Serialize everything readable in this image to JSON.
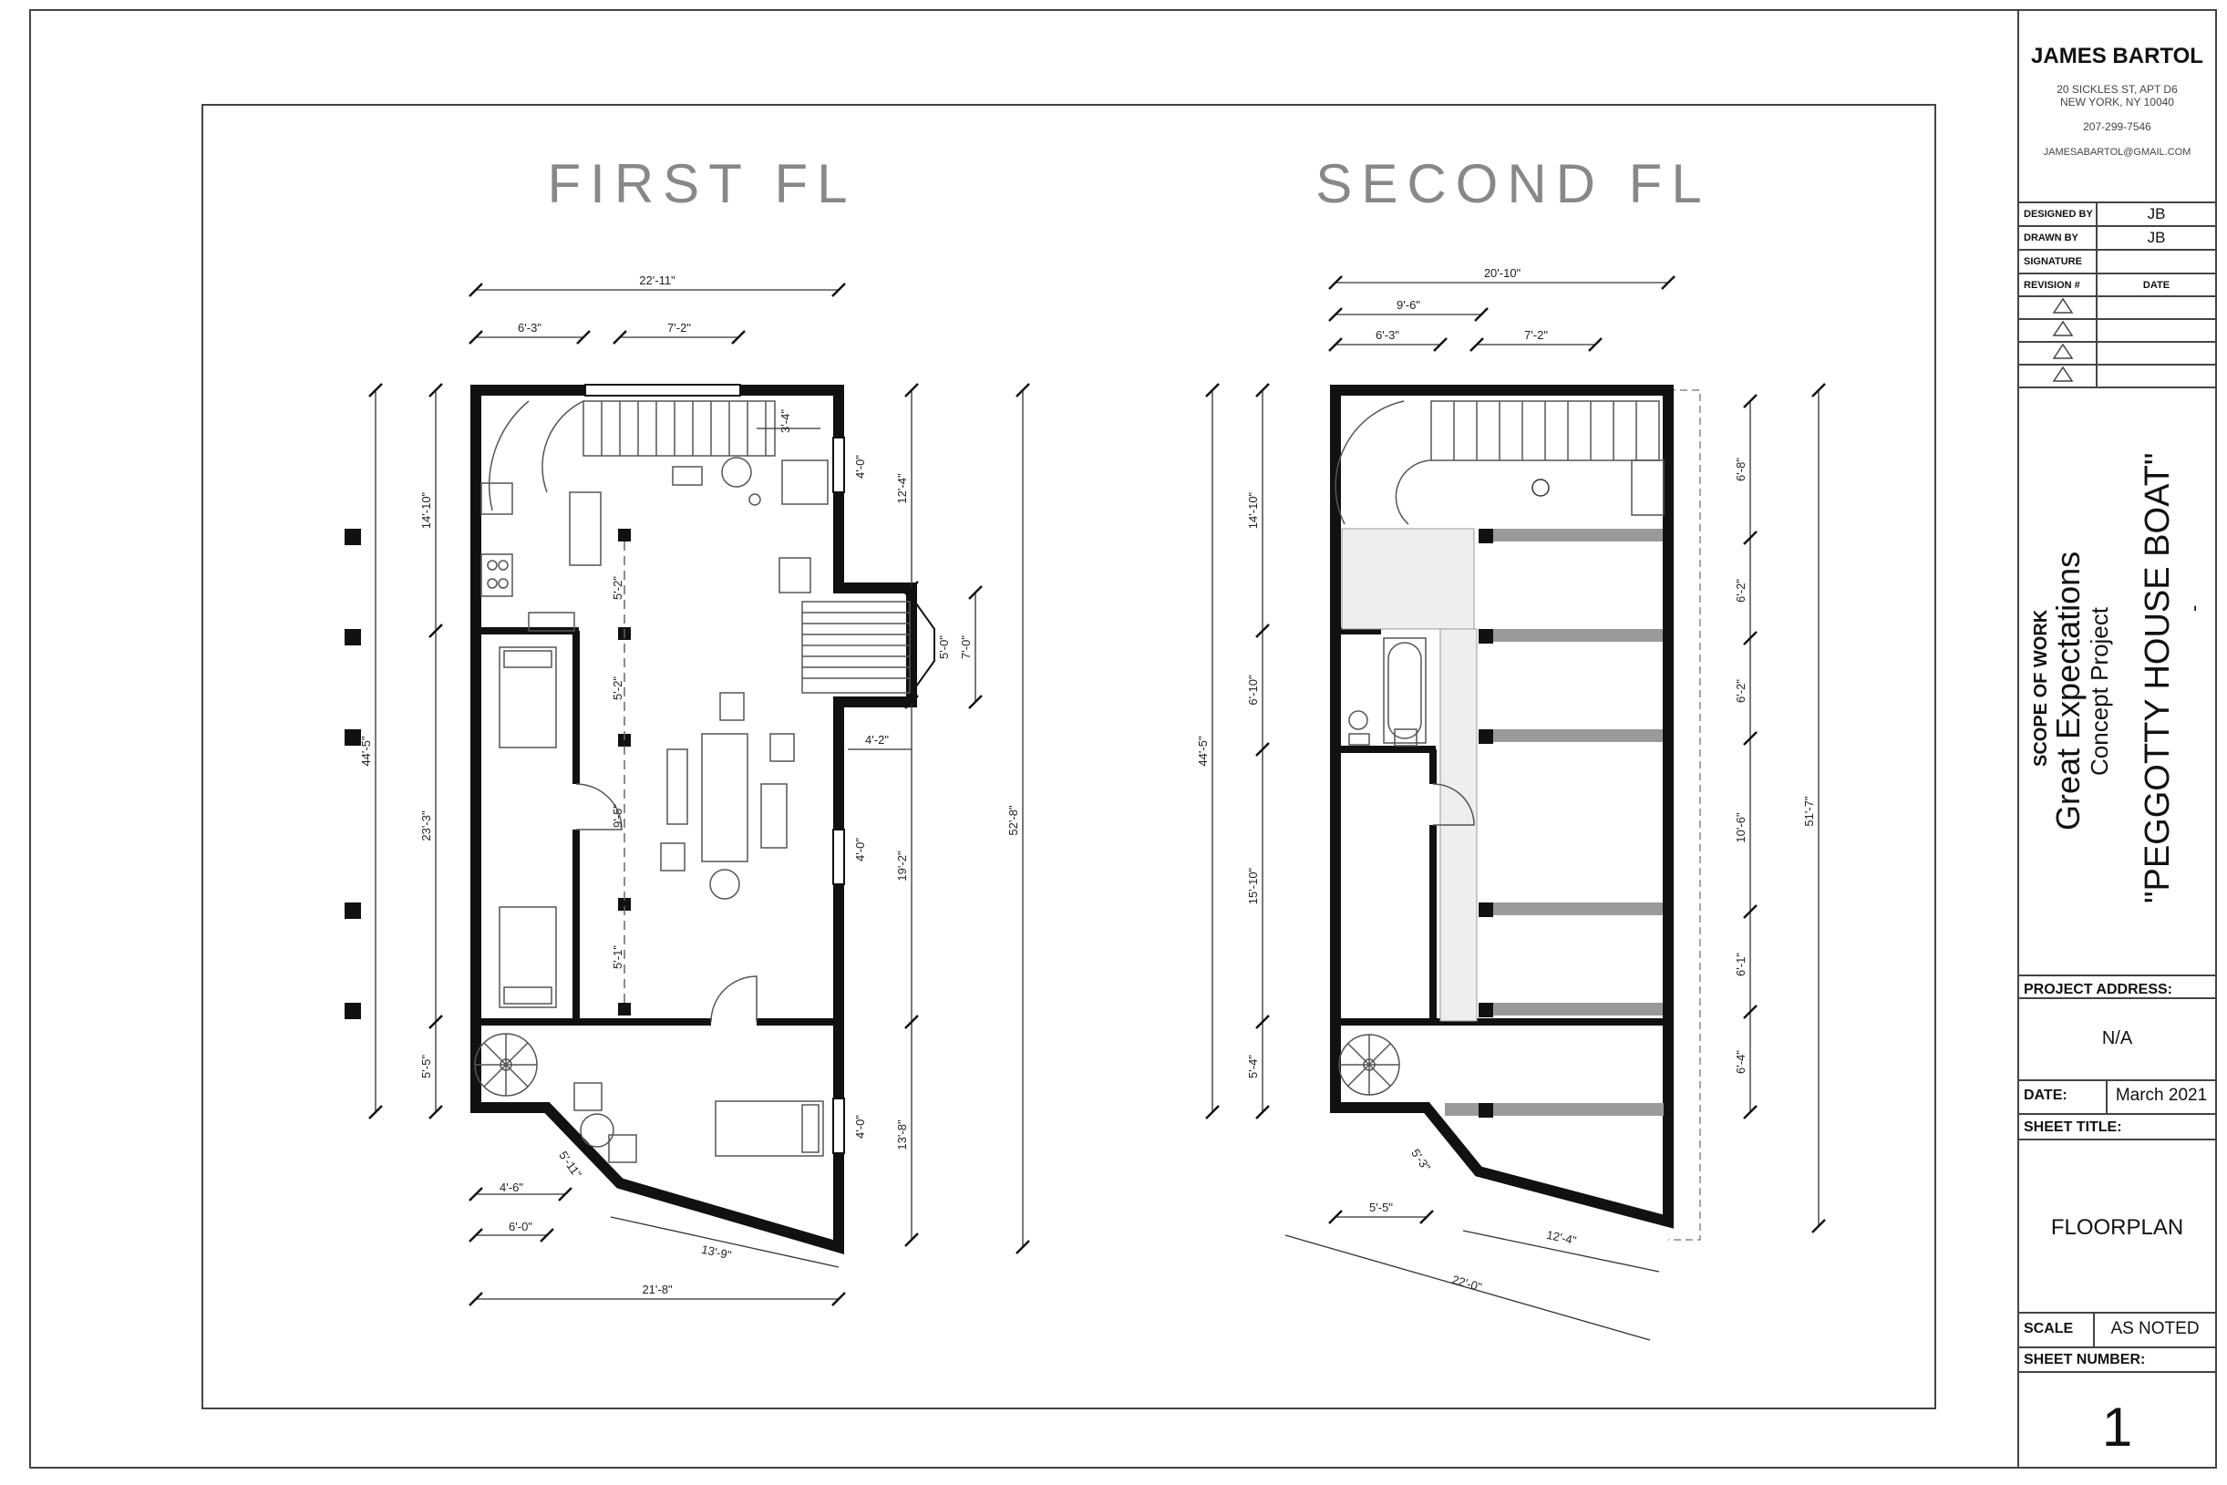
{
  "plans": {
    "first_title": "FIRST FL",
    "second_title": "SECOND FL"
  },
  "first_dims": {
    "overall_width": "22'-11\"",
    "top_a": "6'-3\"",
    "top_b": "7'-2\"",
    "left_overall": "44'-5\"",
    "left_a": "14'-10\"",
    "left_b": "23'-3\"",
    "left_c": "5'-5\"",
    "right_overall": "52'-8\"",
    "right_a": "12'-4\"",
    "right_b": "7'-0\"",
    "right_c": "19'-2\"",
    "right_d": "13'-8\"",
    "win_a": "4'-0\"",
    "win_b": "5'-0\"",
    "win_c": "4'-0\"",
    "win_d": "4'-0\"",
    "inner_a": "5'-2\"",
    "inner_b": "5'-2\"",
    "inner_c": "9'-5\"",
    "inner_d": "5'-1\"",
    "inner_e": "4'-2\"",
    "stair": "3'-4\"",
    "bottom_a": "4'-6\"",
    "bottom_b": "6'-0\"",
    "bottom_overall": "21'-8\"",
    "angled_a": "13'-9\"",
    "angled_b": "5'-11\""
  },
  "second_dims": {
    "overall_width": "20'-10\"",
    "top_a": "9'-6\"",
    "top_b": "6'-3\"",
    "top_c": "7'-2\"",
    "left_overall": "44'-5\"",
    "left_a": "14'-10\"",
    "left_b": "6'-10\"",
    "left_c": "15'-10\"",
    "left_d": "5'-4\"",
    "right_overall": "51'-7\"",
    "right_a": "6'-8\"",
    "right_b": "6'-2\"",
    "right_c": "6'-2\"",
    "right_d": "10'-6\"",
    "right_e": "6'-1\"",
    "right_f": "6'-4\"",
    "bottom_a": "5'-5\"",
    "angled_a": "12'-4\"",
    "angled_b": "22'-0\"",
    "angled_c": "5'-3\""
  },
  "titleblock": {
    "name": "JAMES BARTOL",
    "address1": "20 SICKLES ST, APT D6",
    "address2": "NEW YORK, NY 10040",
    "phone": "207-299-7546",
    "email": "JAMESABARTOL@GMAIL.COM",
    "designed_by_label": "DESIGNED BY",
    "designed_by_value": "JB",
    "drawn_by_label": "DRAWN BY",
    "drawn_by_value": "JB",
    "signature_label": "SIGNATURE",
    "revision_label": "REVISION #",
    "date_col_label": "DATE",
    "scope_label": "SCOPE OF WORK",
    "project_title": "Great Expectations",
    "project_subtitle": "Concept Project",
    "project_name": "\"PEGGOTTY HOUSE BOAT\"",
    "project_name_dash": "-",
    "project_address_label": "PROJECT ADDRESS:",
    "project_address_value": "N/A",
    "date_label": "DATE:",
    "date_value": "March 2021",
    "sheet_title_label": "SHEET TITLE:",
    "sheet_title_value": "FLOORPLAN",
    "scale_label": "SCALE",
    "scale_value": "AS NOTED",
    "sheet_number_label": "SHEET NUMBER:",
    "sheet_number_value": "1"
  },
  "colors": {
    "ink": "#111111",
    "light": "#7a7a7a",
    "hatch": "#9a9a9a"
  }
}
